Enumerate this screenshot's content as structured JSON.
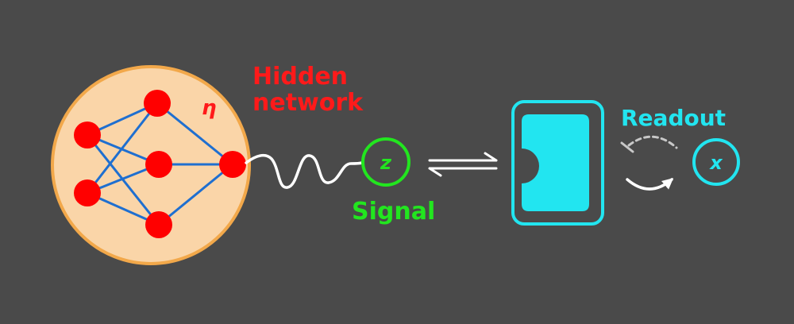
{
  "labels": {
    "hidden_line1": "Hidden",
    "hidden_line2": "network",
    "eta": "η",
    "signal_var": "z",
    "signal": "Signal",
    "readout": "Readout",
    "readout_var": "x"
  },
  "colors": {
    "background": "#4a4a4a",
    "network_fill": "#fad5a8",
    "network_stroke": "#f2a84a",
    "node": "#ff0000",
    "edge": "#1f6fd0",
    "hidden_text": "#ff1a1a",
    "signal": "#22e61f",
    "readout": "#22e5f0",
    "wire": "#ffffff",
    "dashed_arc": "#c8c8c8"
  },
  "icons": {
    "equilibrium": "reversible-equilibrium-arrows-icon",
    "cycle": "circular-cycle-arrow-icon",
    "receptor": "receptor-cell-icon"
  }
}
